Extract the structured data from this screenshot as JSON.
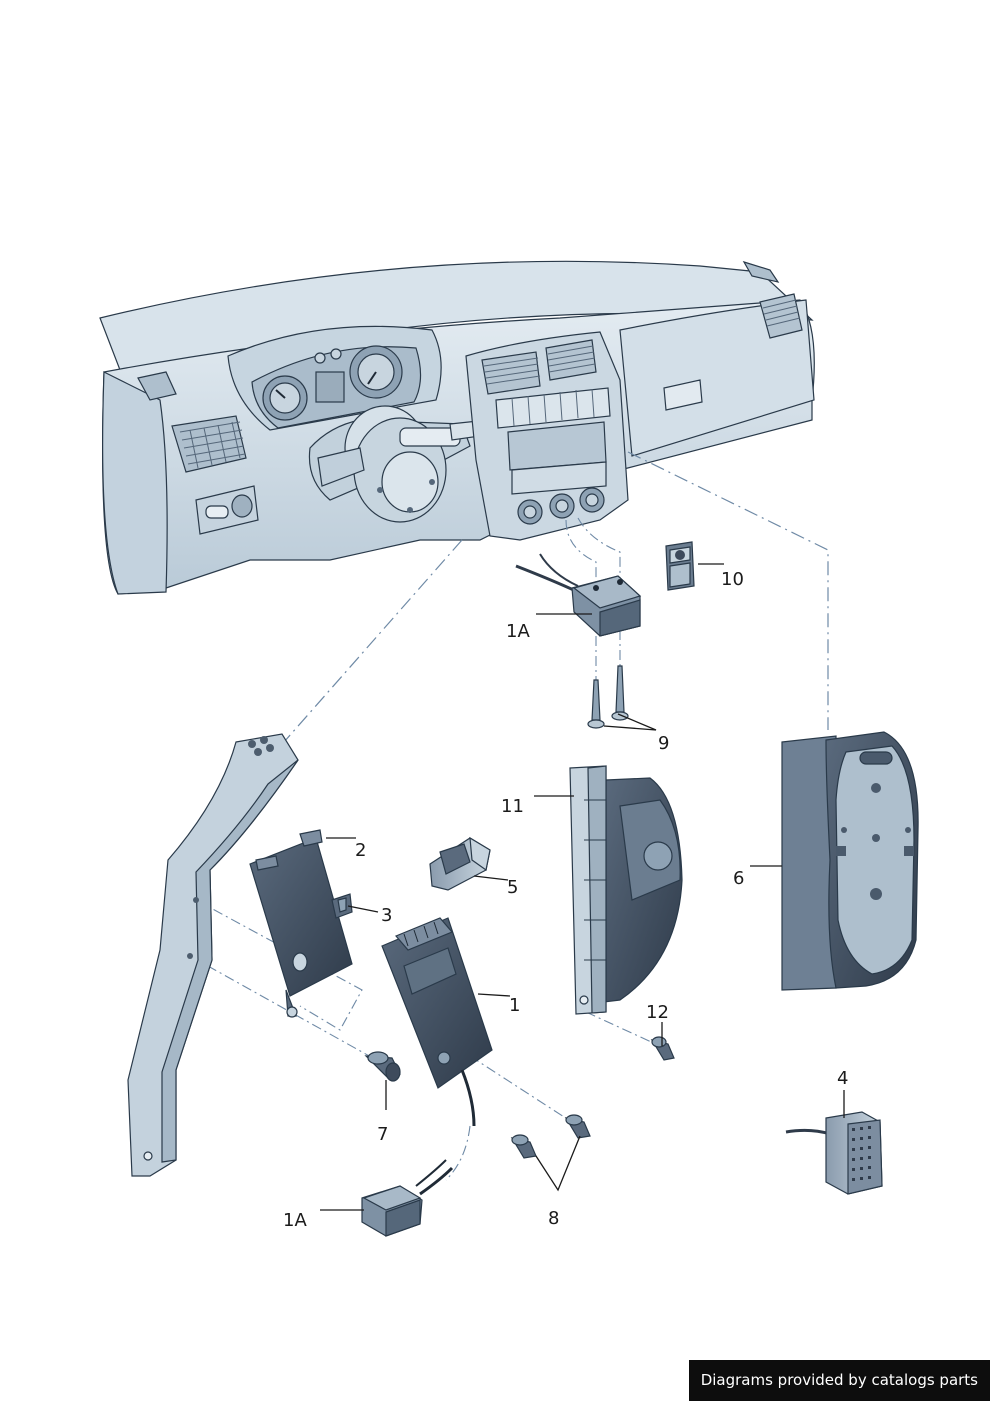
{
  "callouts": [
    {
      "id": "1",
      "text": "1"
    },
    {
      "id": "1A-top",
      "text": "1A"
    },
    {
      "id": "1A-bottom",
      "text": "1A"
    },
    {
      "id": "2",
      "text": "2"
    },
    {
      "id": "3",
      "text": "3"
    },
    {
      "id": "4",
      "text": "4"
    },
    {
      "id": "5",
      "text": "5"
    },
    {
      "id": "6",
      "text": "6"
    },
    {
      "id": "7",
      "text": "7"
    },
    {
      "id": "8",
      "text": "8"
    },
    {
      "id": "9",
      "text": "9"
    },
    {
      "id": "10",
      "text": "10"
    },
    {
      "id": "11",
      "text": "11"
    },
    {
      "id": "12",
      "text": "12"
    }
  ],
  "credit": "Diagrams provided by catalogs parts",
  "colors": {
    "part_fill": "#cfdce6",
    "part_shade": "#9fb3c3",
    "dark_part": "#3e4b5c",
    "dash_line": "#6f8aa6"
  }
}
